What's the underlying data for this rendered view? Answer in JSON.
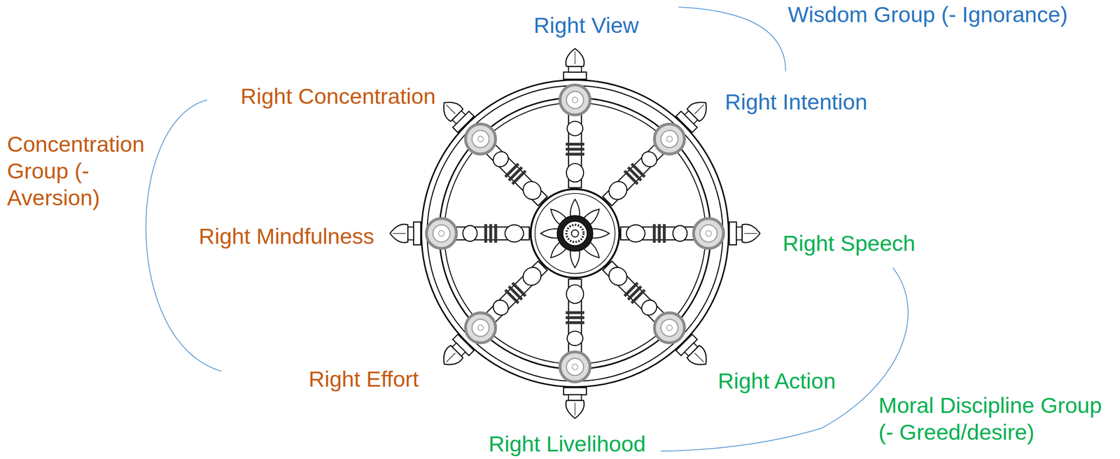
{
  "diagram": {
    "labels": [
      "Right View",
      "Wisdom Group (- Ignorance)",
      "Right Concentration",
      "Right Intention",
      "Concentration Group (- Aversion)",
      "Right Mindfulness",
      "Right Speech",
      "Right Effort",
      "Right Action",
      "Moral Discipline Group (- Greed/desire)",
      "Right Livelihood"
    ]
  }
}
